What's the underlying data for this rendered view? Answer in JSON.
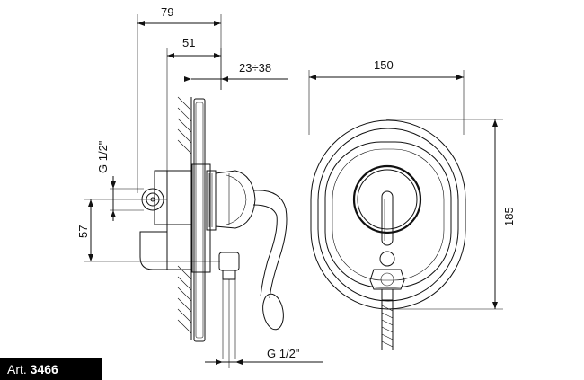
{
  "dimensions": {
    "overall_depth": "79",
    "body_depth": "51",
    "wall_range": "23÷38",
    "plate_width": "150",
    "plate_height": "185",
    "offset": "57",
    "inlet_side": "G 1/2\"",
    "outlet_bottom": "G 1/2\""
  },
  "label": {
    "prefix": "Art.",
    "number": "3466"
  }
}
